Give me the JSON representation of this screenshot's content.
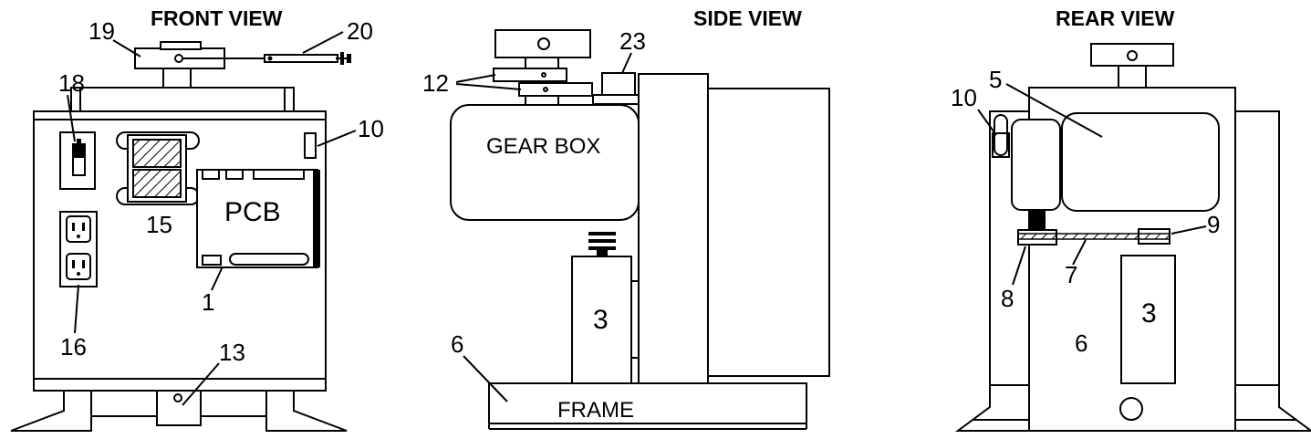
{
  "views": {
    "front": {
      "title": "FRONT VIEW",
      "pcb_label": "PCB",
      "callouts": {
        "c19": "19",
        "c20": "20",
        "c18": "18",
        "c10": "10",
        "c15": "15",
        "c16": "16",
        "c1": "1",
        "c13": "13"
      }
    },
    "side": {
      "title": "SIDE VIEW",
      "gearbox_label": "GEAR BOX",
      "frame_label": "FRAME",
      "callouts": {
        "c23": "23",
        "c12": "12",
        "c3": "3",
        "c6": "6"
      }
    },
    "rear": {
      "title": "REAR VIEW",
      "callouts": {
        "c5": "5",
        "c10": "10",
        "c9": "9",
        "c8": "8",
        "c7": "7",
        "c3": "3",
        "c6": "6"
      }
    }
  }
}
